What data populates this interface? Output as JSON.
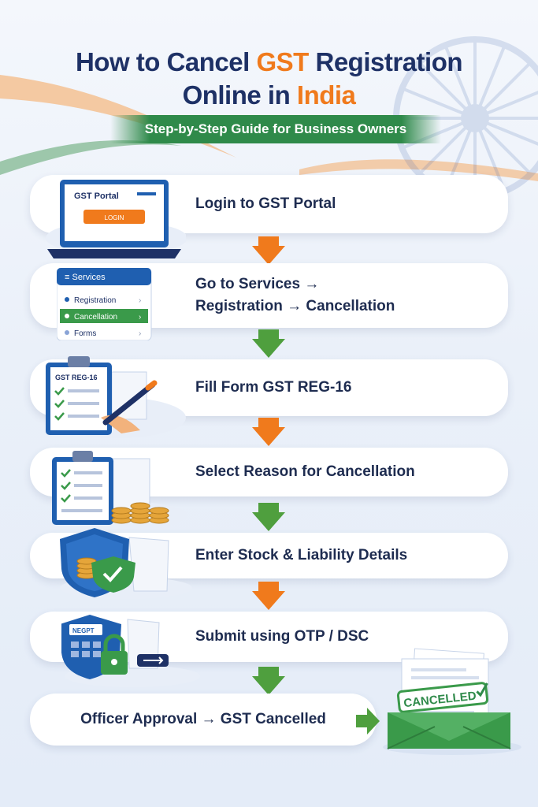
{
  "header": {
    "title_part1": "How to Cancel ",
    "title_accent1": "GST",
    "title_part2": " Registration",
    "title_line2": "Online in ",
    "title_accent2": "India",
    "subtitle": "Step-by-Step Guide for Business Owners"
  },
  "colors": {
    "navy": "#1e3166",
    "orange": "#f07a1c",
    "green": "#2f8a4a",
    "blue": "#1f5fb0"
  },
  "steps": [
    {
      "label": "Login to GST Portal",
      "icon": "laptop-login-icon",
      "icon_text": {
        "portal": "GST Portal",
        "button": "LOGIN"
      },
      "arrow": "orange"
    },
    {
      "label_line1": "Go to Services →",
      "label_line2": "Registration → Cancellation",
      "icon": "services-menu-icon",
      "icon_text": {
        "header": "Services",
        "items": [
          "Registration",
          "Cancellation",
          "Forms"
        ]
      },
      "arrow": "green"
    },
    {
      "label": "Fill Form GST REG-16",
      "icon": "clipboard-form-icon",
      "icon_text": {
        "form": "GST REG-16"
      },
      "arrow": "orange"
    },
    {
      "label": "Select Reason for Cancellation",
      "icon": "checklist-coins-icon",
      "arrow": "green"
    },
    {
      "label": "Enter Stock & Liability Details",
      "icon": "shield-coins-icon",
      "arrow": "orange"
    },
    {
      "label": "Submit using OTP / DSC",
      "icon": "secure-submit-icon",
      "icon_text": {
        "tag": "NEGPT"
      },
      "arrow": "green"
    }
  ],
  "final": {
    "label": "Officer Approval → GST Cancelled",
    "icon": "cancelled-envelope-icon",
    "stamp": "CANCELLED"
  }
}
